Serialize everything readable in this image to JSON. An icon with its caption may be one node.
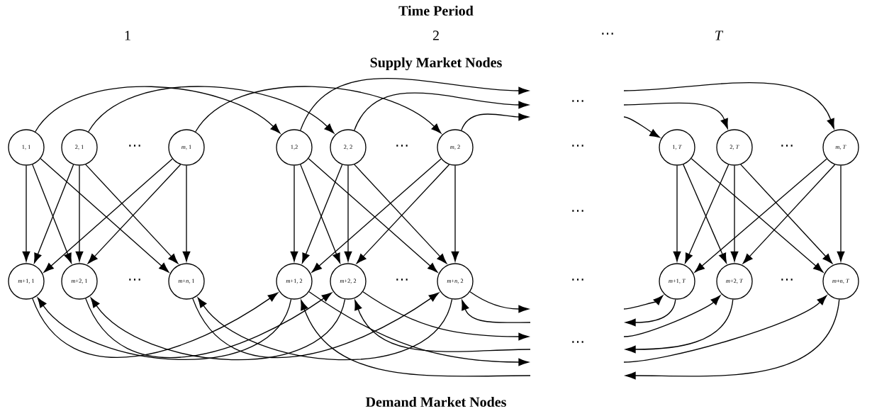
{
  "diagram": {
    "title": "Time Period",
    "nodes": [
      {
        "text": [
          "1, 1"
        ]
      },
      {
        "text": [
          "2, 1"
        ]
      },
      {
        "text": [
          "*m*, 1"
        ]
      },
      {
        "text": [
          "1,2"
        ]
      },
      {
        "text": [
          "2, 2"
        ]
      },
      {
        "text": [
          "*m*, 2"
        ]
      },
      {
        "text": [
          "1, *T*"
        ]
      },
      {
        "text": [
          "2, *T*"
        ]
      },
      {
        "text": [
          "*m*, *T*"
        ]
      },
      {
        "text": [
          "*m*+1, 1"
        ]
      },
      {
        "text": [
          "*m*+2, 1"
        ]
      },
      {
        "text": [
          "*m*+*n*, 1"
        ]
      },
      {
        "text": [
          "*m*+1, 2"
        ]
      },
      {
        "text": [
          "*m*+2, 2"
        ]
      },
      {
        "text": [
          "*m*+*n*, 2"
        ]
      },
      {
        "text": [
          "*m*+1, *T*"
        ]
      },
      {
        "text": [
          "*m*+2, *T*"
        ]
      },
      {
        "text": [
          "*m*+*n*, *T*"
        ]
      }
    ],
    "edges": [
      {
        "from": 0,
        "to": 9,
        "arrow": "to"
      },
      {
        "from": 0,
        "to": 10,
        "arrow": "to"
      },
      {
        "from": 0,
        "to": 11,
        "arrow": "to"
      },
      {
        "from": 1,
        "to": 9,
        "arrow": "to"
      },
      {
        "from": 1,
        "to": 10,
        "arrow": "to"
      },
      {
        "from": 1,
        "to": 11,
        "arrow": "to"
      },
      {
        "from": 2,
        "to": 9,
        "arrow": "to"
      },
      {
        "from": 2,
        "to": 10,
        "arrow": "to"
      },
      {
        "from": 2,
        "to": 11,
        "arrow": "to"
      },
      {
        "from": 3,
        "to": 12,
        "arrow": "to"
      },
      {
        "from": 3,
        "to": 13,
        "arrow": "to"
      },
      {
        "from": 3,
        "to": 14,
        "arrow": "to"
      },
      {
        "from": 4,
        "to": 12,
        "arrow": "to"
      },
      {
        "from": 4,
        "to": 13,
        "arrow": "to"
      },
      {
        "from": 4,
        "to": 14,
        "arrow": "to"
      },
      {
        "from": 5,
        "to": 12,
        "arrow": "to"
      },
      {
        "from": 5,
        "to": 13,
        "arrow": "to"
      },
      {
        "from": 5,
        "to": 14,
        "arrow": "to"
      },
      {
        "from": 6,
        "to": 15,
        "arrow": "to"
      },
      {
        "from": 6,
        "to": 16,
        "arrow": "to"
      },
      {
        "from": 6,
        "to": 17,
        "arrow": "to"
      },
      {
        "from": 7,
        "to": 15,
        "arrow": "to"
      },
      {
        "from": 7,
        "to": 16,
        "arrow": "to"
      },
      {
        "from": 7,
        "to": 17,
        "arrow": "to"
      },
      {
        "from": 8,
        "to": 15,
        "arrow": "to"
      },
      {
        "from": 8,
        "to": 16,
        "arrow": "to"
      },
      {
        "from": 8,
        "to": 17,
        "arrow": "to"
      },
      {
        "from": 0,
        "to": 3,
        "arrow": "to"
      },
      {
        "from": 1,
        "to": 4,
        "arrow": "to"
      },
      {
        "from": 2,
        "to": 5,
        "arrow": "to"
      },
      {
        "from": 3,
        "to": null,
        "arrow": "to"
      },
      {
        "from": 4,
        "to": null,
        "arrow": "to"
      },
      {
        "from": 5,
        "to": null,
        "arrow": "to"
      },
      {
        "from": null,
        "to": 6,
        "arrow": "to"
      },
      {
        "from": null,
        "to": 7,
        "arrow": "to"
      },
      {
        "from": null,
        "to": 8,
        "arrow": "to"
      },
      {
        "from": 12,
        "to": 9,
        "arrow": "to"
      },
      {
        "from": 13,
        "to": 10,
        "arrow": "to"
      },
      {
        "from": 14,
        "to": 11,
        "arrow": "to"
      },
      {
        "from": 9,
        "to": 12,
        "arrow": "to"
      },
      {
        "from": 10,
        "to": 13,
        "arrow": "to"
      },
      {
        "from": 11,
        "to": 14,
        "arrow": "to"
      },
      {
        "from": 12,
        "to": null,
        "arrow": "to"
      },
      {
        "from": 13,
        "to": null,
        "arrow": "to"
      },
      {
        "from": 14,
        "to": null,
        "arrow": "to"
      },
      {
        "from": null,
        "to": 12,
        "arrow": "to"
      },
      {
        "from": null,
        "to": 13,
        "arrow": "to"
      },
      {
        "from": null,
        "to": 14,
        "arrow": "to"
      },
      {
        "from": null,
        "to": 15,
        "arrow": "to"
      },
      {
        "from": null,
        "to": 16,
        "arrow": "to"
      },
      {
        "from": null,
        "to": 17,
        "arrow": "to"
      },
      {
        "from": 15,
        "to": null,
        "arrow": "to"
      },
      {
        "from": 16,
        "to": null,
        "arrow": "to"
      },
      {
        "from": 17,
        "to": null,
        "arrow": "to"
      }
    ],
    "labels": [
      "1",
      "2",
      "⋯",
      "*T*",
      "Supply Market Nodes",
      "⋯",
      "⋯",
      "⋯",
      "⋯",
      "⋯",
      "⋯",
      "⋯",
      "⋯",
      "⋯",
      "⋯",
      "⋯",
      "Demand Market Nodes"
    ]
  }
}
